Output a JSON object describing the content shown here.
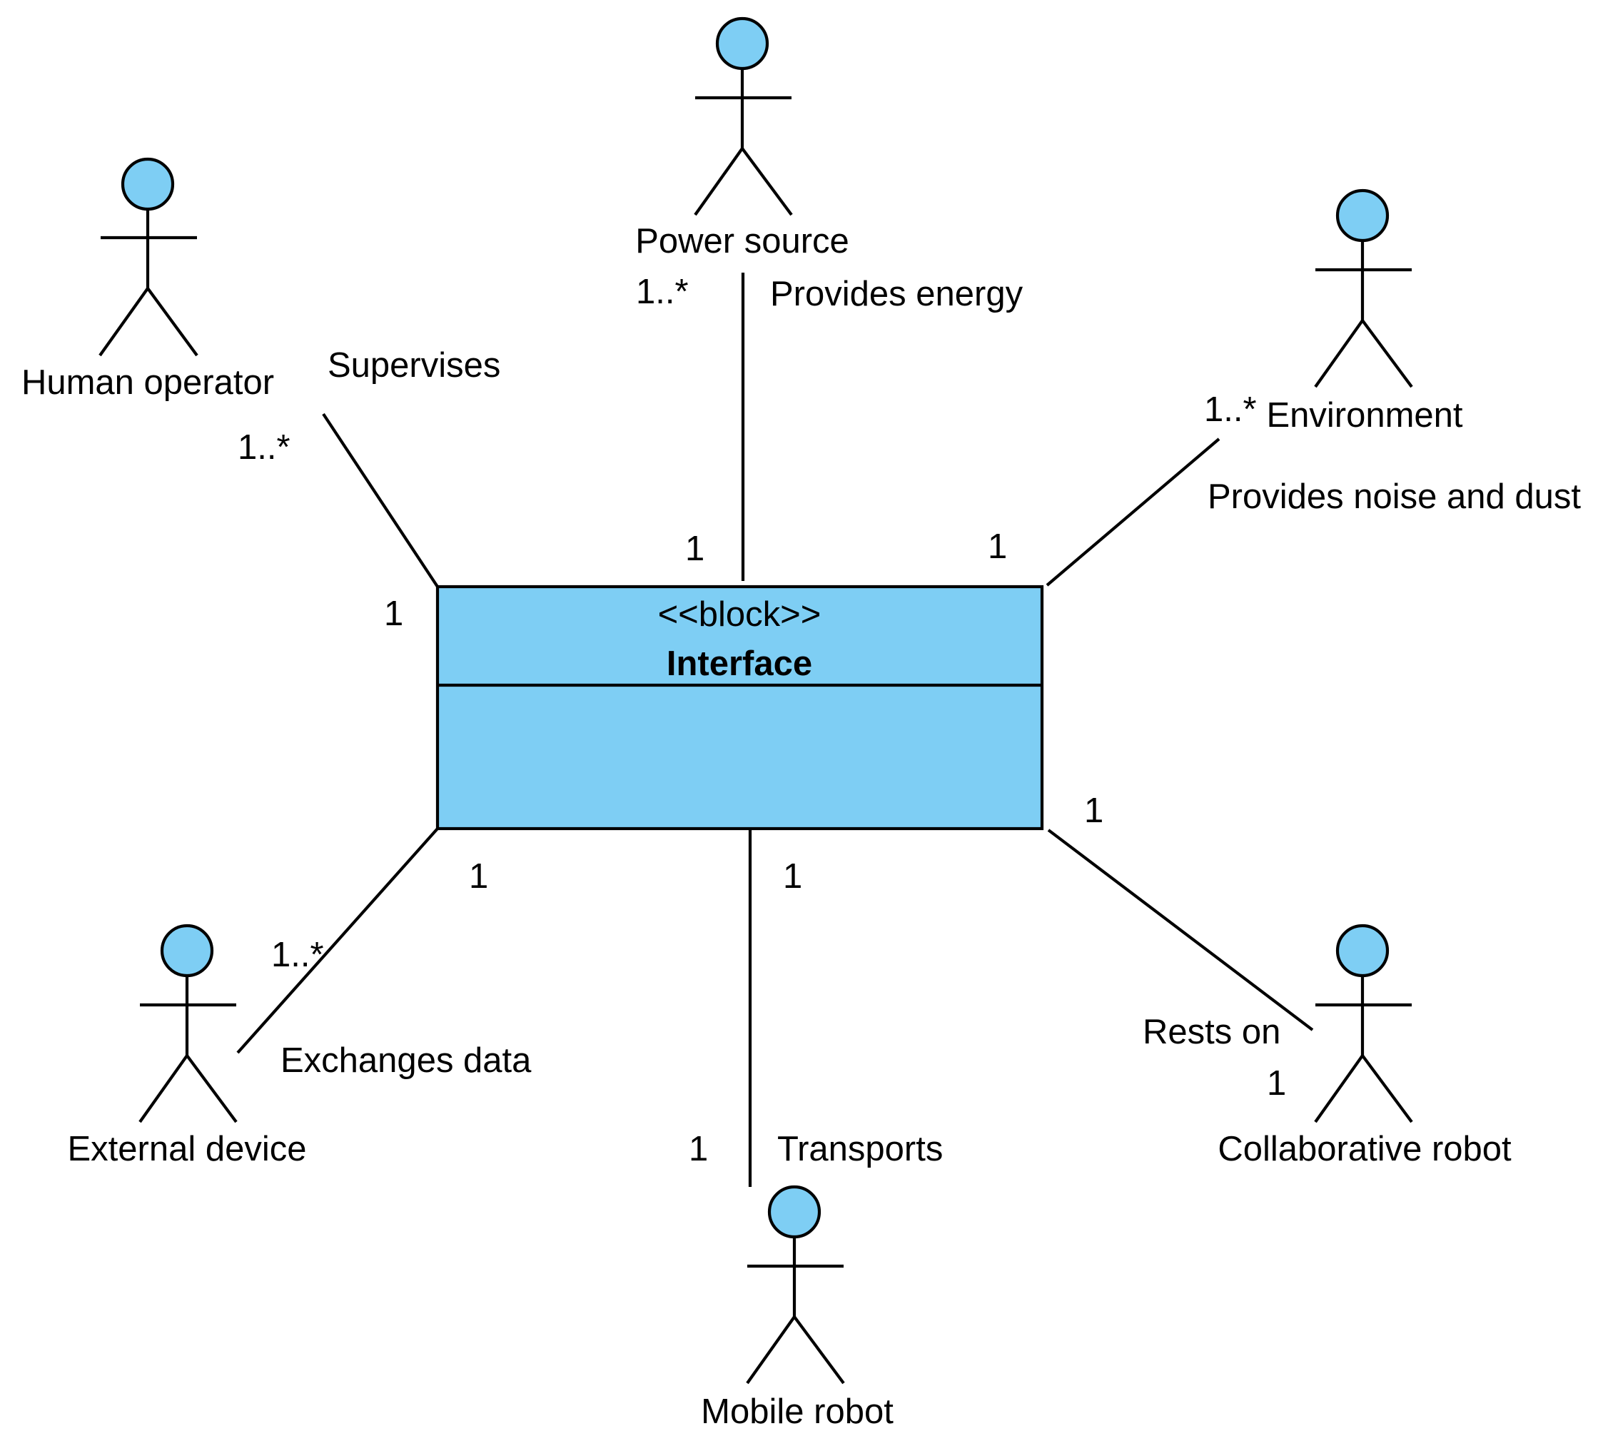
{
  "colors": {
    "actor_fill": "#7ecef4",
    "block_fill": "#7ecef4",
    "line": "#000000",
    "text": "#000000"
  },
  "block": {
    "stereotype": "<<block>>",
    "name": "Interface"
  },
  "actors": {
    "human_operator": "Human operator",
    "power_source": "Power source",
    "environment": "Environment",
    "external_device": "External device",
    "mobile_robot": "Mobile robot",
    "collaborative_robot": "Collaborative robot"
  },
  "associations": {
    "human_operator": {
      "label": "Supervises",
      "actor_multiplicity": "1..*",
      "block_multiplicity": "1"
    },
    "power_source": {
      "label": "Provides energy",
      "actor_multiplicity": "1..*",
      "block_multiplicity": "1"
    },
    "environment": {
      "label": "Provides noise and dust",
      "actor_multiplicity": "1..*",
      "block_multiplicity": "1"
    },
    "external_device": {
      "label": "Exchanges data",
      "actor_multiplicity": "1..*",
      "block_multiplicity": "1"
    },
    "mobile_robot": {
      "label": "Transports",
      "actor_multiplicity": "1",
      "block_multiplicity": "1"
    },
    "collaborative_robot": {
      "label": "Rests on",
      "actor_multiplicity": "1",
      "block_multiplicity": "1"
    }
  }
}
